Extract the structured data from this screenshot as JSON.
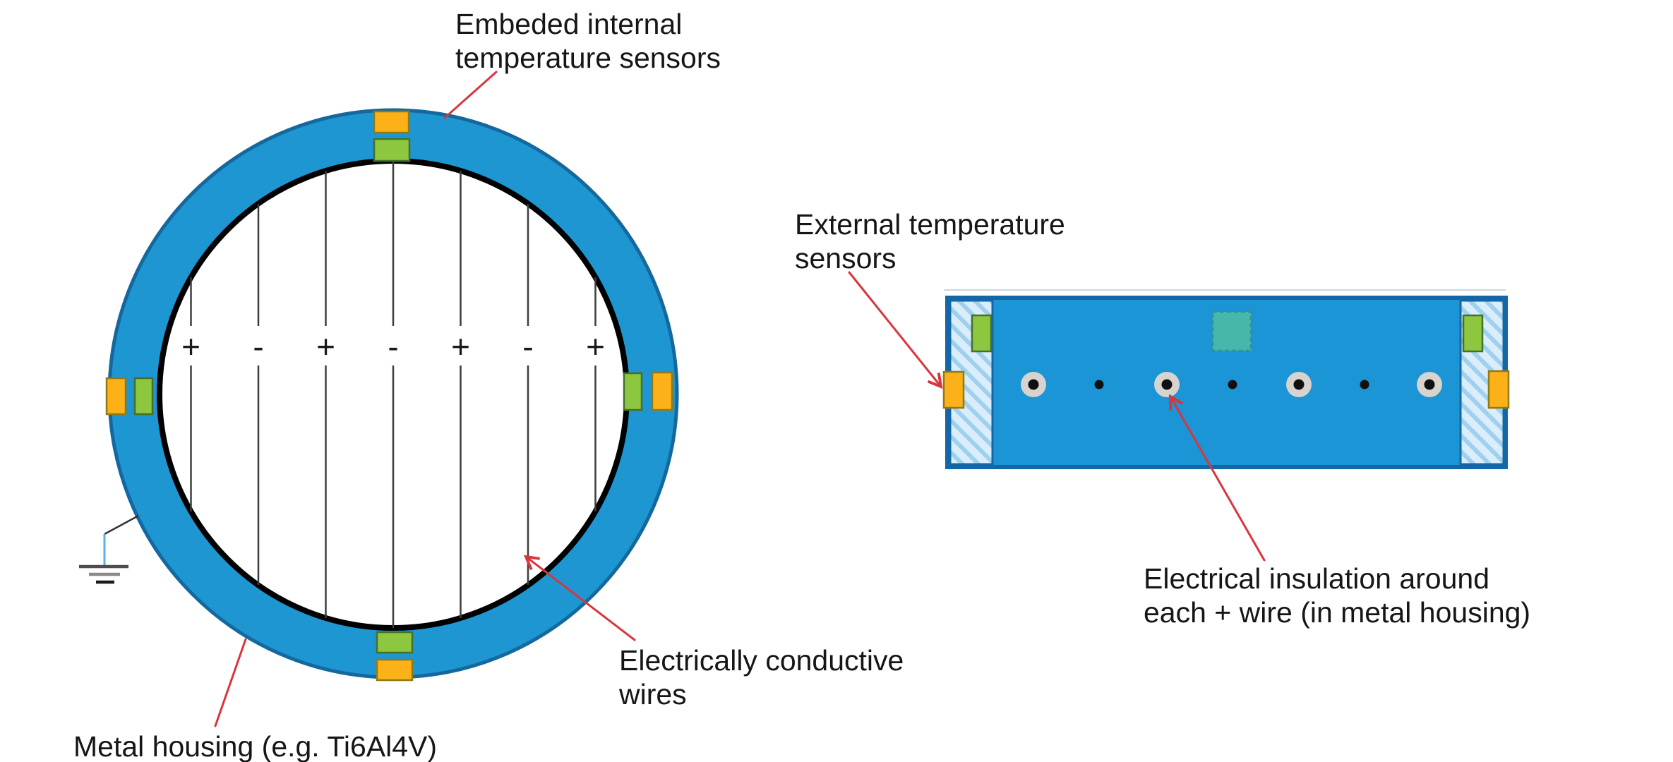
{
  "labels": {
    "embedded_internal_sensors": "Embeded internal\ntemperature sensors",
    "external_sensors": "External temperature\nsensors",
    "conductive_wires": "Electrically conductive\nwires",
    "metal_housing": "Metal housing (e.g. Ti6Al4V)",
    "insulation": "Electrical insulation around\neach + wire (in metal housing)"
  },
  "cross_section": {
    "wire_polarities": [
      "+",
      "-",
      "+",
      "-",
      "+",
      "-",
      "+"
    ]
  },
  "side_view": {
    "wire_sequence": [
      "insulated +",
      "bare -",
      "insulated +",
      "bare -",
      "insulated +",
      "bare -",
      "insulated +"
    ]
  },
  "colors": {
    "housing_fill": "#1e96d2",
    "housing_border": "#15689d",
    "bore_outline": "#000000",
    "wire_line": "#3d3d3d",
    "sensor_orange": "#fbb117",
    "sensor_orange_border": "#8f7a1a",
    "sensor_green": "#8dc63f",
    "sensor_green_border": "#44702a",
    "internal_sensor_teal": "#47b6ab",
    "insulation_gray": "#d7d3ce",
    "hatch_background": "#d9edfb",
    "hatch_stripe": "#9fd0ee",
    "arrow_red": "#d9363c",
    "ground_lead_blue": "#5ab4e0",
    "text": "#161616"
  }
}
